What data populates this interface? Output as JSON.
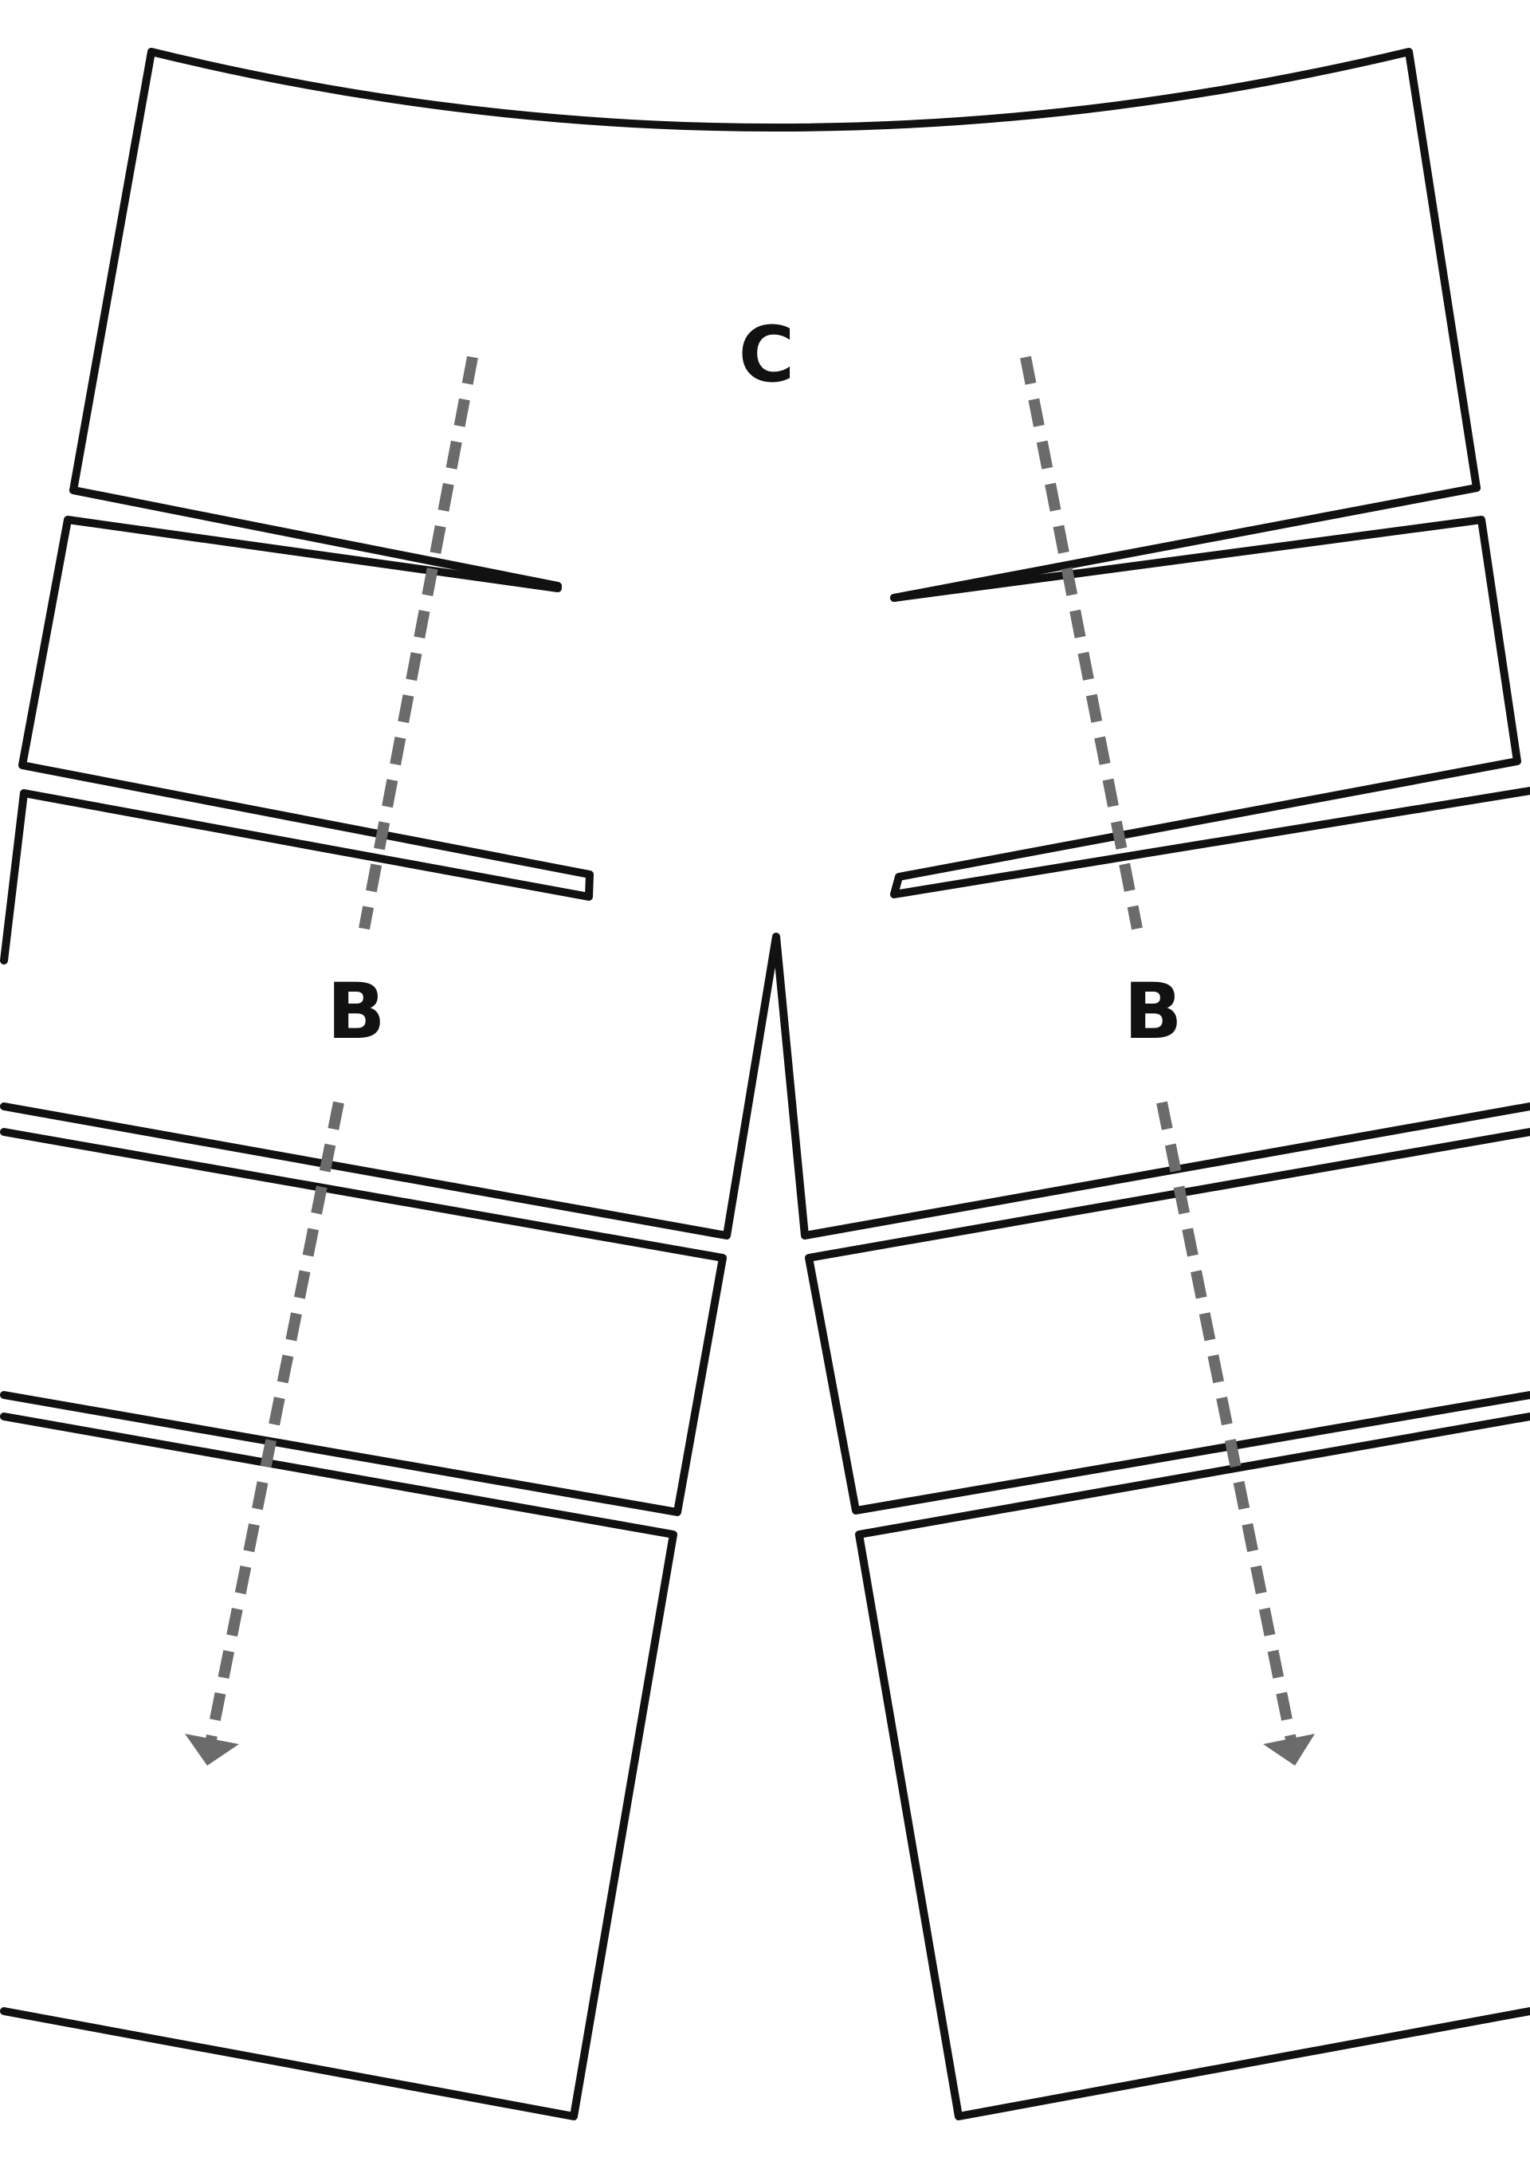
{
  "labels": {
    "top_piece": "C",
    "left_piece": "B",
    "right_piece": "B"
  },
  "colors": {
    "outline": "#111111",
    "grainline": "#6b6b6b",
    "background": "#ffffff"
  },
  "grainline_style": "dashed arrow"
}
